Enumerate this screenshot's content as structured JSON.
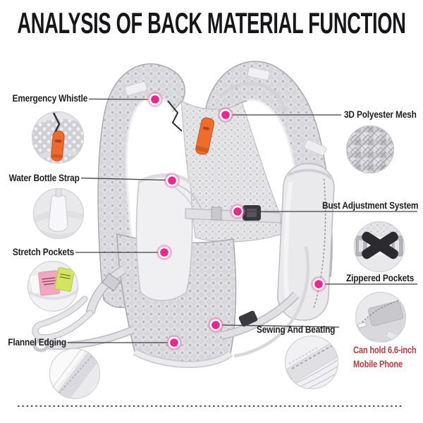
{
  "title": "ANALYSIS OF BACK MATERIAL FUNCTION",
  "callouts": {
    "left": [
      {
        "label": "Emergency Whistle"
      },
      {
        "label": "Water Bottle Strap"
      },
      {
        "label": "Stretch Pockets"
      },
      {
        "label": "Flannel Edging"
      }
    ],
    "right": [
      {
        "label": "3D Polyester Mesh"
      },
      {
        "label": "Bust Adjustment System"
      },
      {
        "label": "Zippered Pockets"
      },
      {
        "label": "Sewing And Beating"
      }
    ]
  },
  "note": {
    "line1": "Can hold 6.6-inch",
    "line2": "Mobile Phone"
  },
  "colors": {
    "marker_pink": "#e8298a",
    "marker_ring": "#f2a7cf",
    "note_red": "#c13a40",
    "whistle_orange": "#ee6c2e",
    "label_text": "#1f1f23",
    "title_text": "#17171a"
  },
  "detail_circles": {
    "left": [
      "emergency-whistle-closeup",
      "water-bottle-closeup",
      "stretch-pocket-snacks-closeup",
      "flannel-edging-closeup"
    ],
    "right": [
      "polyester-mesh-closeup",
      "cross-strap-buckle-closeup",
      "phone-pocket-closeup",
      "stitching-closeup"
    ]
  }
}
